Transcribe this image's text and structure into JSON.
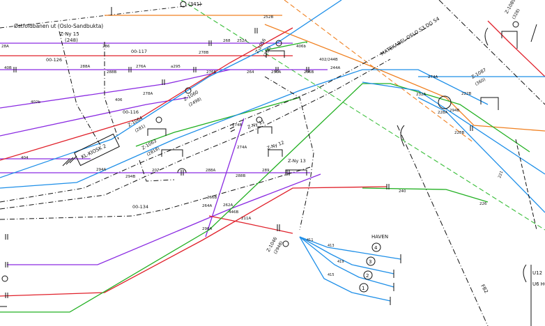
{
  "colors": {
    "purple": "#8a2be2",
    "red": "#e0202a",
    "blue": "#1e8fe8",
    "green": "#22b022",
    "orange": "#f08020",
    "black": "#111111",
    "green_dashed": "#3cbf3c"
  },
  "labels": {
    "ostfold": "Østfoldbanen ut (Oslo-Sandbukta)",
    "zny15": "Z-Ny 15",
    "zny15_sub": "(248)",
    "top_341": "(341)",
    "t252b": "252B",
    "t0126": "00-126",
    "t0117": "00-117",
    "t0116": "00-116",
    "t0134": "00-134",
    "t28a": "28A",
    "t40b": "40B",
    "t286": "286",
    "t288a": "288A",
    "t278b": "278B",
    "t268": "268",
    "t252a": "252A",
    "t406b": "406b",
    "t402b": "402/244B",
    "t288b": "288B",
    "t276a": "276A",
    "t295": "a295",
    "t276b": "276B",
    "t264": "264",
    "t250a": "250A",
    "t256b": "256B",
    "t244a": "244A",
    "t402bb": "402b",
    "t406": "406",
    "t278a": "278A",
    "t404": "404",
    "z1056": "Z-1056",
    "z1056_sub": "(258)",
    "z1060": "Z-1060",
    "z1060_sub": "(2498)",
    "z1064": "Z-1064",
    "z1064_sub": "(281)",
    "z1063": "Z-1063",
    "z1063_sub": "(2818)",
    "zny11": "Z-Ny 11",
    "zny12": "Z-Ny 12",
    "zny13": "Z-Ny 13",
    "kiosk": "KL-KIOSK 2",
    "t294a": "294A",
    "t294b": "294B",
    "t207": "207",
    "t288a2": "288A",
    "t288b2": "288B",
    "t289": "289",
    "t274b": "274B",
    "t274a": "274A",
    "t240": "240",
    "t226": "226",
    "t266b": "266B",
    "t264a": "264A",
    "t262a": "262A",
    "t290a": "290A",
    "t211a": "211A",
    "t446b": "446B",
    "z1046": "Z-1046",
    "z1046_sub": "(2948)",
    "haven": "HAVEN",
    "t411": "411",
    "t413": "413",
    "t419": "419",
    "t415": "415",
    "n4": "4",
    "n3": "3",
    "n2": "2",
    "n1": "1",
    "matekabel": "MATEKABEL OSLO S3 DG S4",
    "z1087": "Z-1087",
    "z1087_sub": "(360)",
    "z1089": "Z-1089",
    "z1089_sub": "(328)",
    "t274": "274A",
    "t232a": "232A",
    "t228a": "228A",
    "t294": "294B",
    "t228b": "228B",
    "t222b": "222B",
    "t221": "221",
    "fb2": "FB2",
    "u12": "U12",
    "u6": "U6 H0"
  }
}
